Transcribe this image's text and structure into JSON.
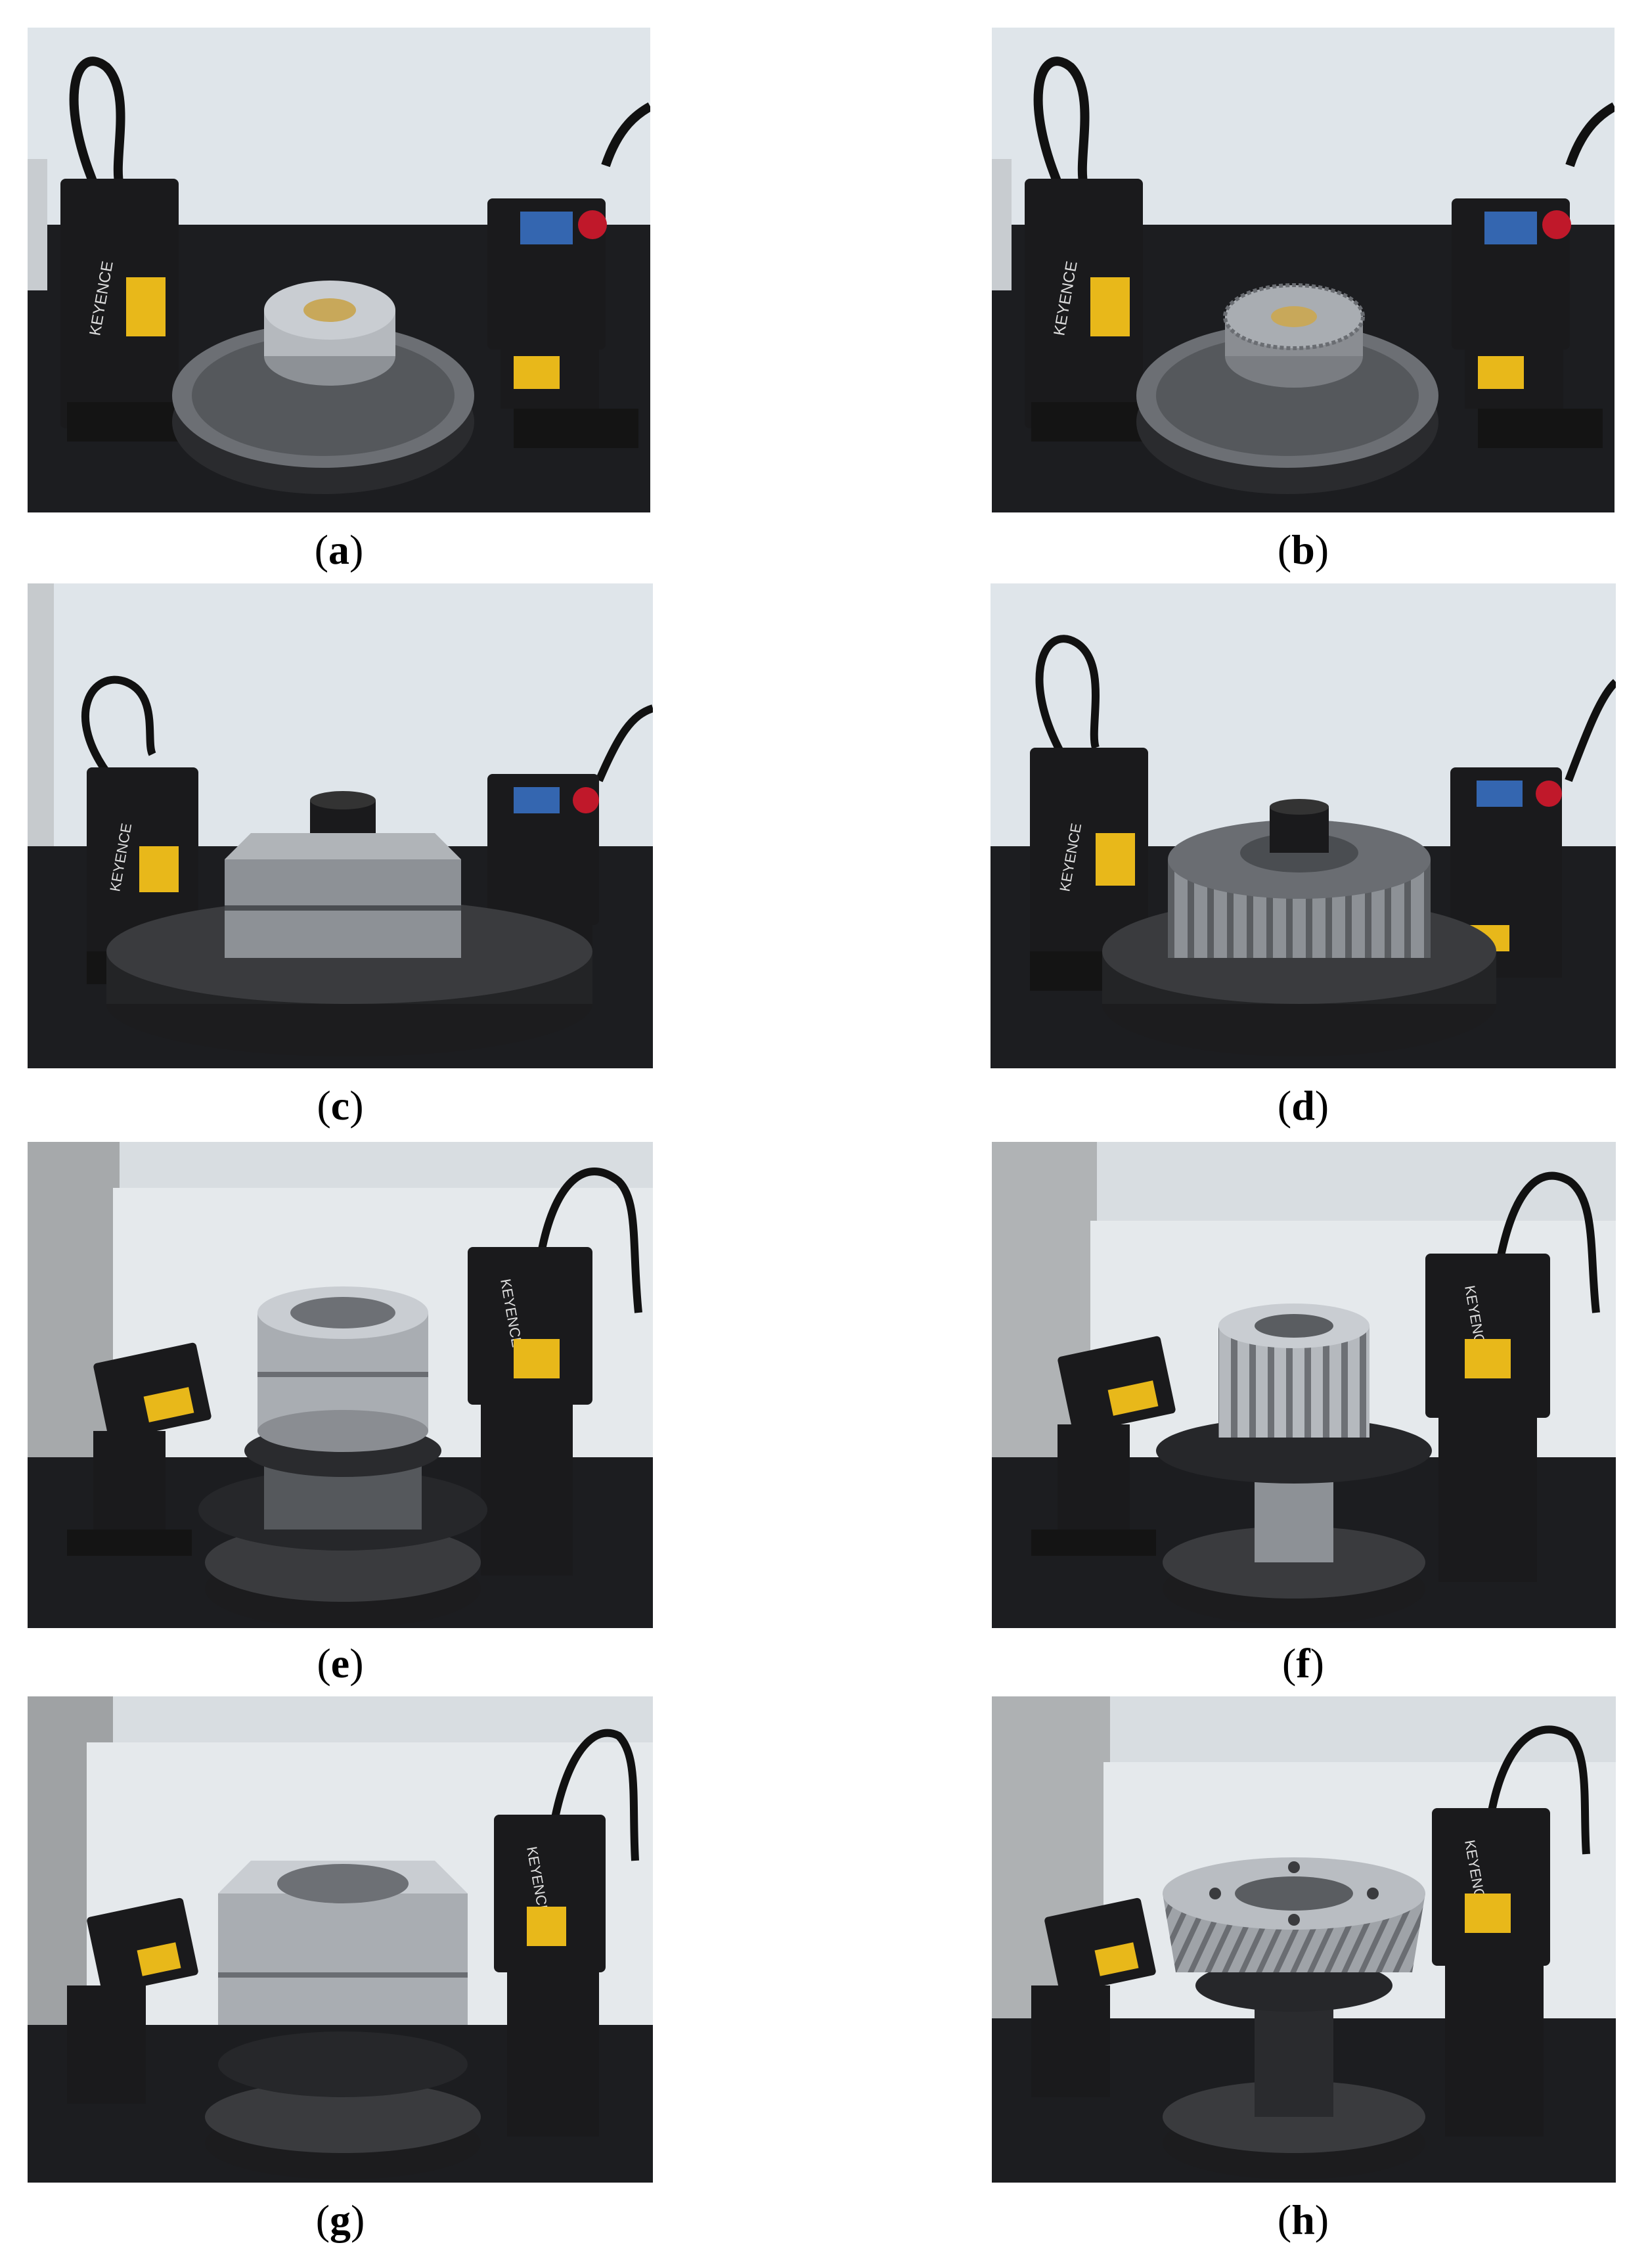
{
  "panels": [
    {
      "id": "a",
      "caption_open": "(",
      "caption_letter": "a",
      "caption_close": ")",
      "sensor_brand": "KEYENCE",
      "workpiece": "small stepped disc"
    },
    {
      "id": "b",
      "caption_open": "(",
      "caption_letter": "b",
      "caption_close": ")",
      "sensor_brand": "KEYENCE",
      "workpiece": "small gear"
    },
    {
      "id": "c",
      "caption_open": "(",
      "caption_letter": "c",
      "caption_close": ")",
      "sensor_brand": "KEYENCE",
      "workpiece": "large blank"
    },
    {
      "id": "d",
      "caption_open": "(",
      "caption_letter": "d",
      "caption_close": ")",
      "sensor_brand": "KEYENCE",
      "workpiece": "large spur gear"
    },
    {
      "id": "e",
      "caption_open": "(",
      "caption_letter": "e",
      "caption_close": ")",
      "sensor_brand": "KEYENCE",
      "workpiece": "stepped ring"
    },
    {
      "id": "f",
      "caption_open": "(",
      "caption_letter": "f",
      "caption_close": ")",
      "sensor_brand": "KEYENCE",
      "workpiece": "spur gear on shaft"
    },
    {
      "id": "g",
      "caption_open": "(",
      "caption_letter": "g",
      "caption_close": ")",
      "sensor_brand": "KEYENCE",
      "workpiece": "wide ring blank"
    },
    {
      "id": "h",
      "caption_open": "(",
      "caption_letter": "h",
      "caption_close": ")",
      "sensor_brand": "KEYENCE",
      "workpiece": "helical gear"
    }
  ],
  "colors": {
    "wall": "#dfe5ea",
    "table": "#1c1d20",
    "sensor_body": "#1a1a1c",
    "label_yellow": "#e8b81a",
    "steel": "#a9adb2",
    "rotary_base": "#2a2b2e",
    "cable_ring": "#c0182a"
  }
}
